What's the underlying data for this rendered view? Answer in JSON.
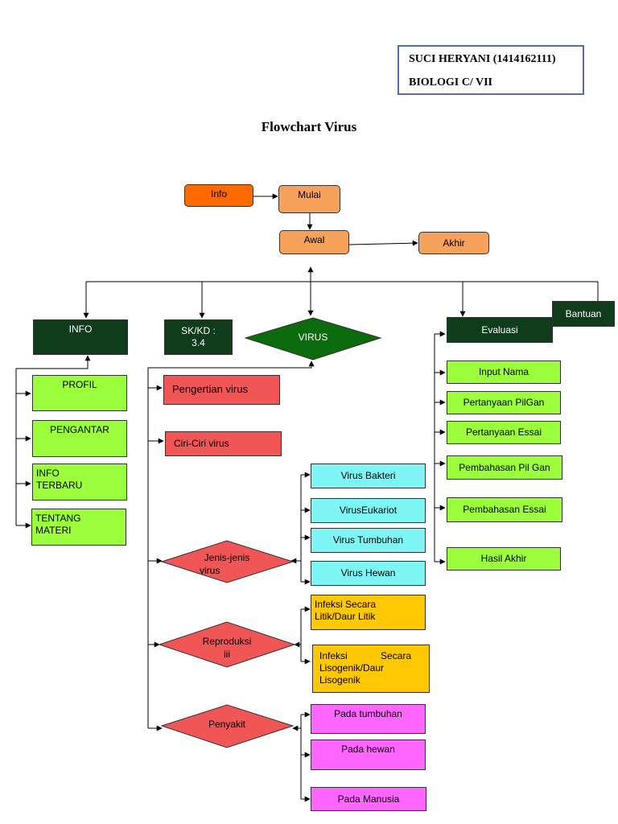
{
  "author": {
    "name": "SUCI HERYANI (1414162111)",
    "class": "BIOLOGI C/ VII"
  },
  "title": "Flowchart Virus",
  "nodes": {
    "info_start": "Info",
    "mulai": "Mulai",
    "awal": "Awal",
    "akhir": "Akhir",
    "info": "INFO",
    "skkd_1": "SK/KD :",
    "skkd_2": "3.4",
    "virus": "VIRUS",
    "evaluasi": "Evaluasi",
    "bantuan": "Bantuan"
  },
  "info_items": {
    "profil": "PROFIL",
    "pengantar": "PENGANTAR",
    "info_terbaru_1": "INFO",
    "info_terbaru_2": "TERBARU",
    "tentang_1": "TENTANG",
    "tentang_2": "MATERI"
  },
  "virus_items": {
    "pengertian": "Pengertian virus",
    "ciri": "Ciri-Ciri virus",
    "jenis_1": "Jenis-jenis",
    "jenis_2": "virus",
    "reproduksi_1": "Reproduksi",
    "reproduksi_2": "iii",
    "penyakit": "Penyakit"
  },
  "jenis_items": [
    "Virus Bakteri",
    "VirusEukariot",
    "Virus Tumbuhan",
    "Virus Hewan"
  ],
  "reproduksi_items": {
    "litik_1": "Infeksi Secara",
    "litik_2": "Litik/Daur Litik",
    "lisogenik_1": "Infeksi Secara",
    "lisogenik_2": "Lisogenik/Daur",
    "lisogenik_3": "Lisogenik"
  },
  "penyakit_items": [
    "Pada tumbuhan",
    "Pada hewan",
    "Pada Manusia"
  ],
  "evaluasi_items": [
    "Input Nama",
    "Pertanyaan PilGan",
    "Pertanyaan Essai",
    "Pembahasan Pil Gan",
    "Pembahasan Essai",
    "Hasil Akhir"
  ]
}
